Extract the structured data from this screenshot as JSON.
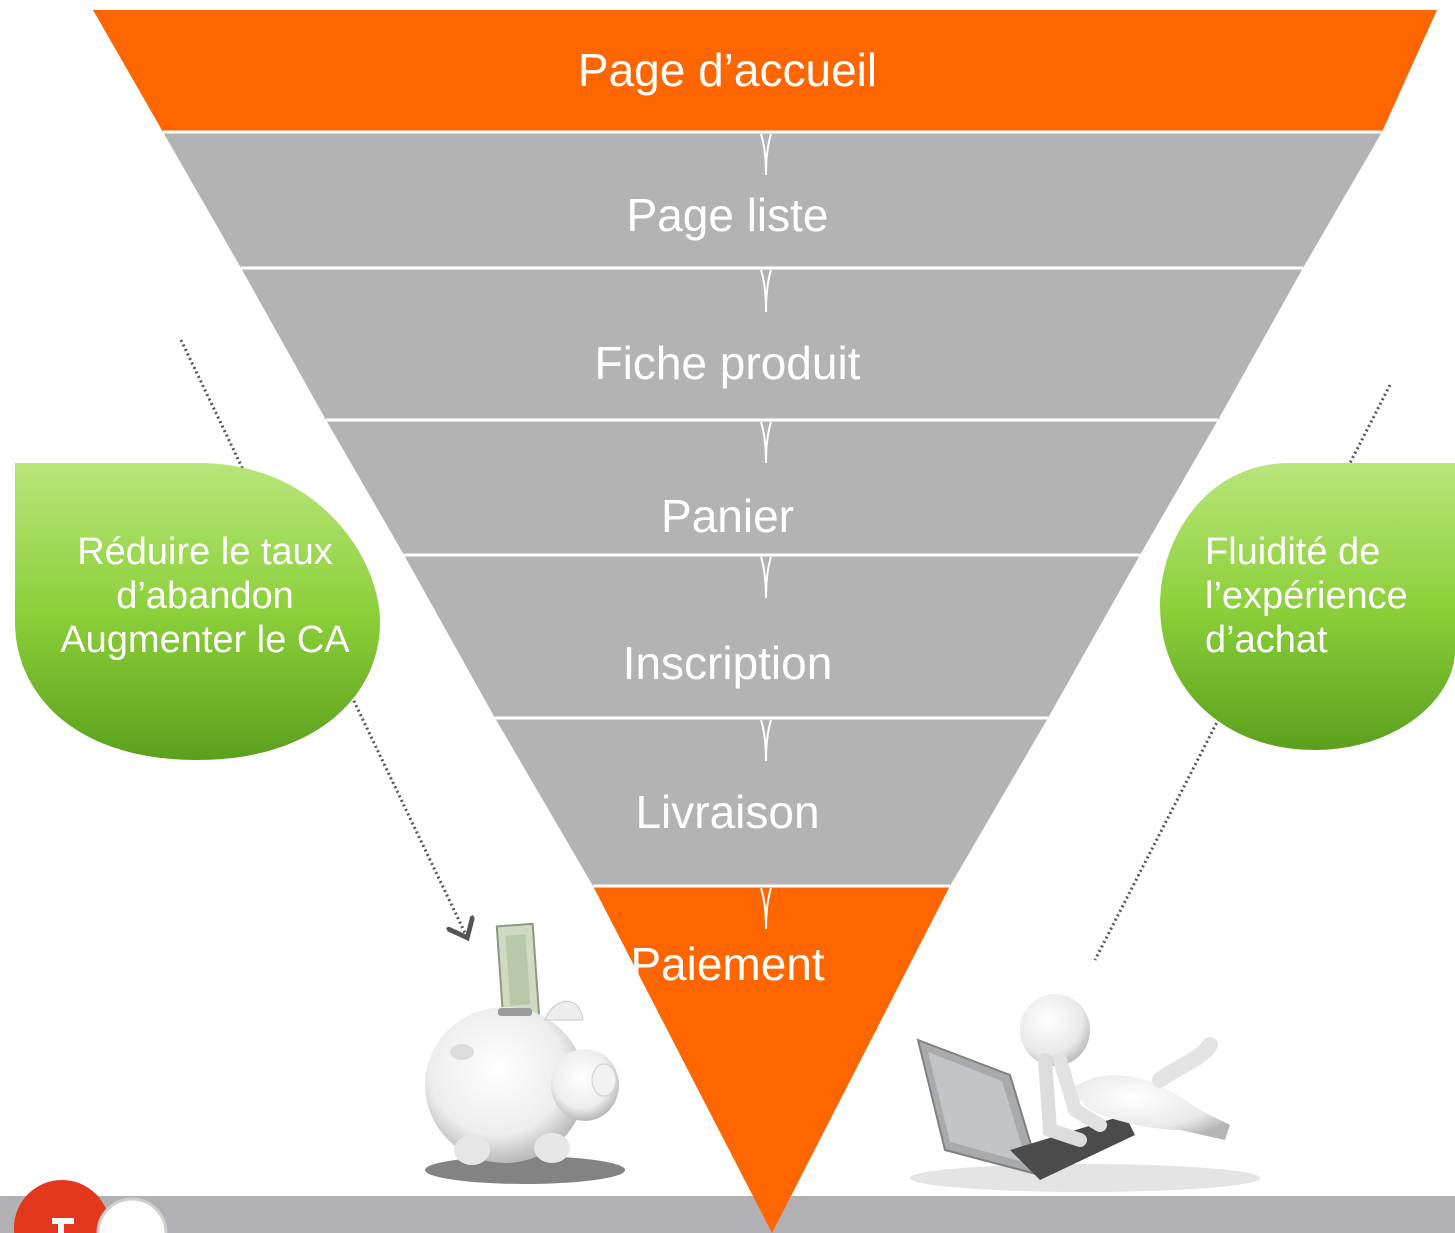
{
  "funnel": {
    "stages": [
      {
        "label": "Page d’accueil",
        "highlight": true
      },
      {
        "label": "Page liste",
        "highlight": false
      },
      {
        "label": "Fiche produit",
        "highlight": false
      },
      {
        "label": "Panier",
        "highlight": false
      },
      {
        "label": "Inscription",
        "highlight": false
      },
      {
        "label": "Livraison",
        "highlight": false
      },
      {
        "label": "Paiement",
        "highlight": true
      }
    ]
  },
  "goals": {
    "left": {
      "line1": "Réduire le taux",
      "line2": "d’abandon",
      "line3": "Augmenter le CA"
    },
    "right": {
      "line1": "Fluidité de",
      "line2": "l’expérience",
      "line3": "d’achat"
    }
  },
  "illustrations": {
    "left": "piggy-bank-icon",
    "right": "person-with-laptop-icon"
  },
  "colors": {
    "orange": "#ff6600",
    "gray": "#b3b3b3",
    "green": "#8fcf3c",
    "footer": "#b0b0b5"
  }
}
